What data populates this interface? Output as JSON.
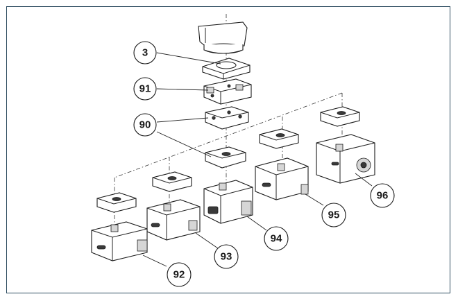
{
  "frame_color": "#2b4a5e",
  "callouts": [
    {
      "id": "c3",
      "label": "3"
    },
    {
      "id": "c91",
      "label": "91"
    },
    {
      "id": "c90",
      "label": "90"
    },
    {
      "id": "c96",
      "label": "96"
    },
    {
      "id": "c95",
      "label": "95"
    },
    {
      "id": "c94",
      "label": "94"
    },
    {
      "id": "c93",
      "label": "93"
    },
    {
      "id": "c92",
      "label": "92"
    }
  ]
}
